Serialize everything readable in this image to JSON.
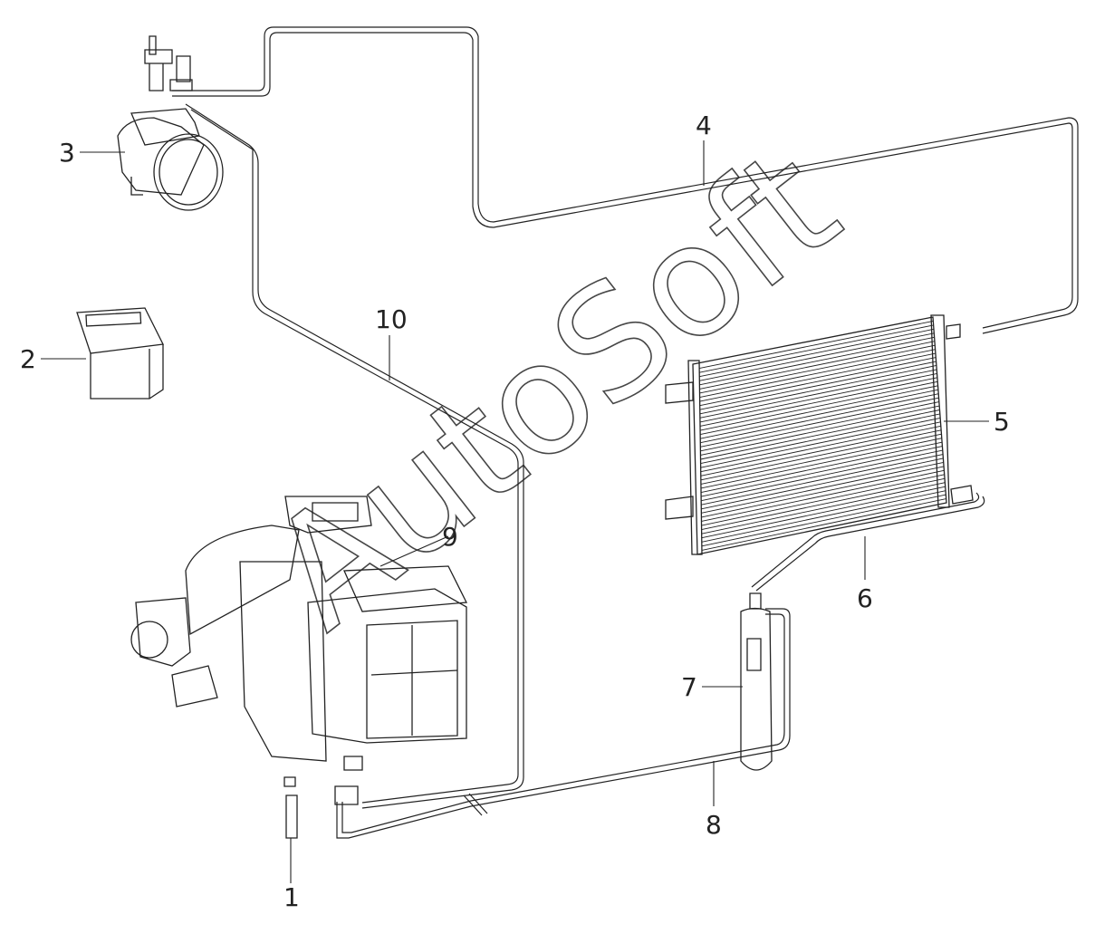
{
  "callouts": [
    {
      "id": "1",
      "label": "1"
    },
    {
      "id": "2",
      "label": "2"
    },
    {
      "id": "3",
      "label": "3"
    },
    {
      "id": "4",
      "label": "4"
    },
    {
      "id": "5",
      "label": "5"
    },
    {
      "id": "6",
      "label": "6"
    },
    {
      "id": "7",
      "label": "7"
    },
    {
      "id": "8",
      "label": "8"
    },
    {
      "id": "9",
      "label": "9"
    },
    {
      "id": "10",
      "label": "10"
    }
  ],
  "watermark": {
    "text": "AutoSoft"
  },
  "colors": {
    "line": "#222222",
    "background": "#ffffff"
  }
}
